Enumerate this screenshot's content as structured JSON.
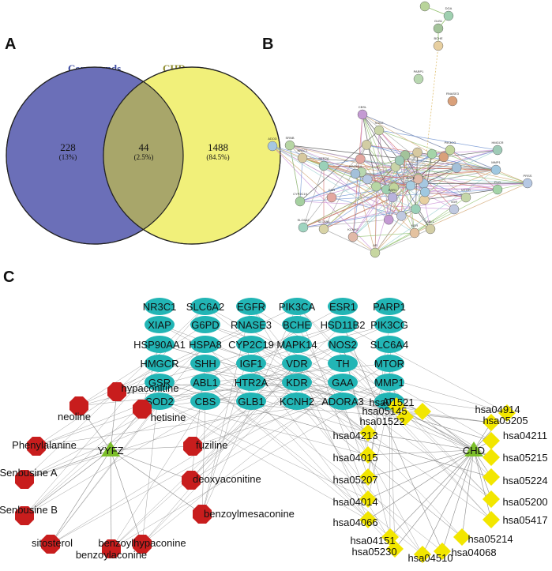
{
  "panels": {
    "a": "A",
    "b": "B",
    "c": "C"
  },
  "venn": {
    "left_title": "Compounds",
    "right_title": "CHD",
    "left_only": "228",
    "left_only_pct": "(13%)",
    "overlap": "44",
    "overlap_pct": "(2.5%)",
    "right_only": "1488",
    "right_only_pct": "(84.5%)",
    "colors": {
      "left": "#6b6fb8",
      "right": "#f1f07a",
      "overlap": "#a8a66a",
      "left_title": "#3c4aa0",
      "right_title": "#8d8a2b"
    }
  },
  "ppi_labels": [
    "DAA",
    "DGA",
    "GLB1",
    "BCHE",
    "PARP1",
    "RNASE3",
    "CBSL",
    "SOD2",
    "ADOD",
    "SRNB",
    "NR3C1",
    "HTR2A",
    "GSR",
    "MAPK14",
    "PIK3CG",
    "HMGCR",
    "MMP1",
    "PRSS",
    "PLG",
    "VDR",
    "ABL1",
    "KCNH2",
    "CYP2C19",
    "SLC6A2",
    "SLC6A4",
    "ESR1",
    "EGFR",
    "MTOR",
    "AR",
    "KDR"
  ],
  "network": {
    "targets": [
      [
        "NR3C1",
        "SLC6A2",
        "EGFR",
        "PIK3CA",
        "ESR1",
        "PARP1"
      ],
      [
        "XIAP",
        "G6PD",
        "RNASE3",
        "BCHE",
        "HSD11B2",
        "PIK3CG"
      ],
      [
        "HSP90AA1",
        "HSPA8",
        "CYP2C19",
        "MAPK14",
        "NOS2",
        "SLC6A4"
      ],
      [
        "HMGCR",
        "SHH",
        "IGF1",
        "VDR",
        "TH",
        "MTOR"
      ],
      [
        "GSR",
        "ABL1",
        "HTR2A",
        "KDR",
        "GAA",
        "MMP1"
      ],
      [
        "SOD2",
        "CBS",
        "GLB1",
        "KCNH2",
        "ADORA3",
        "AR"
      ]
    ],
    "compounds": [
      "hypaconitine",
      "neoline",
      "hetisine",
      "Phenylalanine",
      "fuziline",
      "Senbusine A",
      "deoxyaconitine",
      "Senbusine B",
      "benzoylmesaconine",
      "sitosterol",
      "benzoylhypaconine",
      "benzoylaconine"
    ],
    "hub_left": "YYFZ",
    "hub_right": "CHD",
    "pathways": [
      "hsa01521",
      "hsa04914",
      "hsa05145",
      "hsa01522",
      "hsa05205",
      "hsa04213",
      "hsa04211",
      "hsa04015",
      "hsa05215",
      "hsa05207",
      "hsa05224",
      "hsa05200",
      "hsa04014",
      "hsa05417",
      "hsa04066",
      "hsa04151",
      "hsa05214",
      "hsa05230",
      "hsa04068",
      "hsa04510"
    ],
    "colors": {
      "target": "#22b5b5",
      "compound": "#c81d1d",
      "hub": "#7cbf2a",
      "pathway": "#f2e600",
      "edge": "#8a8a8a"
    }
  }
}
